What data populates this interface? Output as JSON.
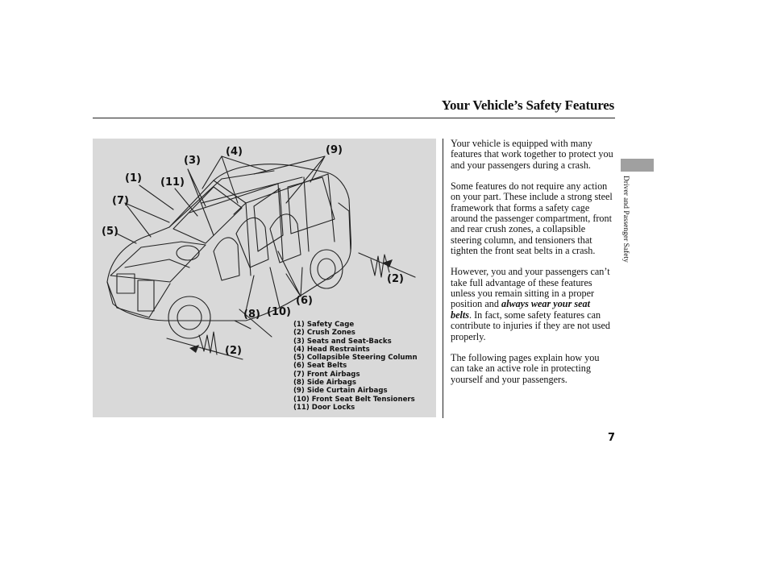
{
  "header": {
    "title": "Your Vehicle’s Safety Features"
  },
  "figure": {
    "callouts": [
      "(4)",
      "(9)",
      "(3)",
      "(1)",
      "(11)",
      "(7)",
      "(5)",
      "(2)",
      "(6)",
      "(8)",
      "(10)",
      "(2)"
    ],
    "legend": [
      "(1) Safety Cage",
      "(2) Crush Zones",
      "(3) Seats and Seat-Backs",
      "(4) Head Restraints",
      "(5) Collapsible Steering Column",
      "(6) Seat Belts",
      "(7) Front Airbags",
      "(8) Side Airbags",
      "(9) Side Curtain Airbags",
      "(10) Front Seat Belt Tensioners",
      "(11) Door Locks"
    ]
  },
  "body": {
    "p1": "Your vehicle is equipped with many features that work together to protect you and your passengers during a crash.",
    "p2": "Some features do not require any action on your part. These include a strong steel framework that forms a safety cage around the passenger compartment, front and rear crush zones, a collapsible steering column, and tensioners that tighten the front seat belts in a crash.",
    "p3_before": "However, you and your passengers can’t take full advantage of these features unless you remain sitting in a proper position and ",
    "p3_emphasis": "always wear your seat belts",
    "p3_after": ". In fact, some safety features can contribute to injuries if they are not used properly.",
    "p4": "The following pages explain how you can take an active role in protecting yourself and your passengers."
  },
  "sidebar": {
    "section_label": "Driver and Passenger Safety"
  },
  "footer": {
    "page_number": "7"
  }
}
